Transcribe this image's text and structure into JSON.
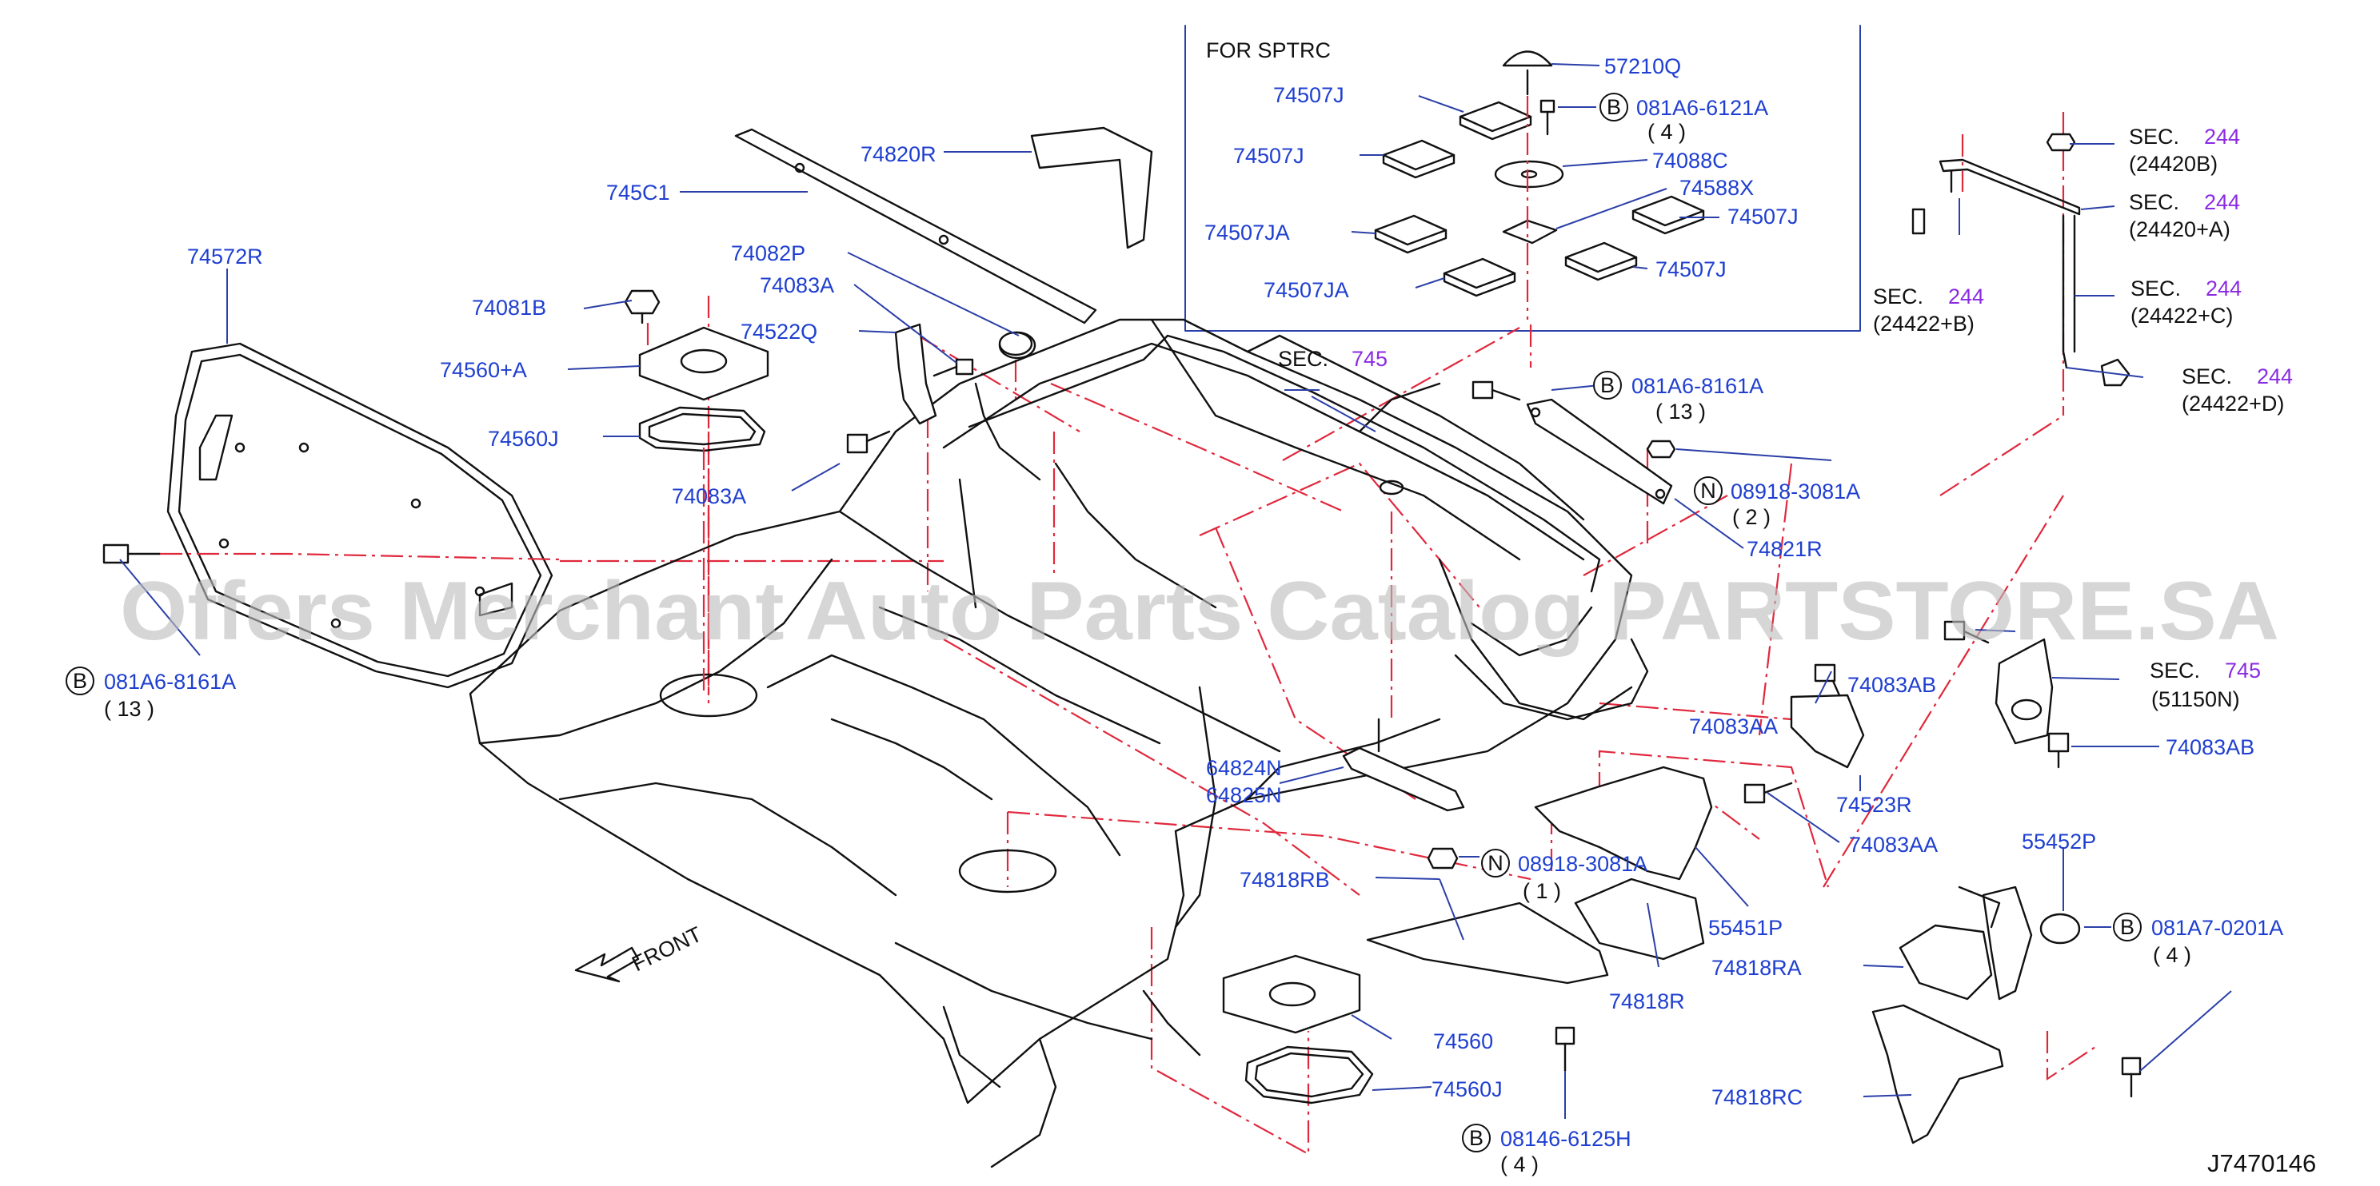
{
  "diagram_code": "J7470146",
  "watermark": "Offers Merchant Auto Parts Catalog PARTSTORE.SA",
  "front_label": "FRONT",
  "inset": {
    "title": "FOR  SPTRC"
  },
  "labels": {
    "p74572R": "74572R",
    "p74081B": "74081B",
    "p74560A": "74560+A",
    "p74560J_top": "74560J",
    "p74083A_low": "74083A",
    "p745C1": "745C1",
    "p74820R": "74820R",
    "p74082P": "74082P",
    "p74083A_top": "74083A",
    "p74522Q": "74522Q",
    "b_081A6_8161A_left": "081A6-8161A",
    "b_081A6_8161A_left_qty": "( 13 )",
    "sec745_a": "SEC.",
    "sec745_a_num": "745",
    "i57210Q": "57210Q",
    "i74507J_1": "74507J",
    "i74507J_2": "74507J",
    "i74507JA_1": "74507JA",
    "i74507JA_2": "74507JA",
    "i74507J_3": "74507J",
    "i74507J_4": "74507J",
    "i081A6_6121A": "081A6-6121A",
    "i081A6_6121A_qty": "( 4 )",
    "i74088C": "74088C",
    "i74588X": "74588X",
    "b_081A6_8161A_right": "081A6-8161A",
    "b_081A6_8161A_right_qty": "( 13 )",
    "n_08918_3081A_top": "08918-3081A",
    "n_08918_3081A_top_qty": "( 2 )",
    "p74821R": "74821R",
    "s244_1": "SEC.",
    "s244_1_num": "244",
    "s244_1_sub": "(24420B)",
    "s244_2": "SEC.",
    "s244_2_num": "244",
    "s244_2_sub": "(24420+A)",
    "s244_3": "SEC.",
    "s244_3_num": "244",
    "s244_3_sub": "(24422+B)",
    "s244_4": "SEC.",
    "s244_4_num": "244",
    "s244_4_sub": "(24422+C)",
    "s244_5": "SEC.",
    "s244_5_num": "244",
    "s244_5_sub": "(24422+D)",
    "p74083AB_1": "74083AB",
    "sec745_b": "SEC.",
    "sec745_b_num": "745",
    "sec745_b_sub": "(51150N)",
    "p74083AB_2": "74083AB",
    "p74083AA_1": "74083AA",
    "p74523R": "74523R",
    "p74083AA_2": "74083AA",
    "p64824N": "64824N",
    "p64825N": "64825N",
    "n_08918_3081A_low": "08918-3081A",
    "n_08918_3081A_low_qty": "( 1 )",
    "p74818RB": "74818RB",
    "p55451P": "55451P",
    "p55452P": "55452P",
    "b_081A7_0201A": "081A7-0201A",
    "b_081A7_0201A_qty": "( 4 )",
    "p74818RA": "74818RA",
    "p74818R": "74818R",
    "p74560": "74560",
    "p74560J_low": "74560J",
    "b_08146_6125H": "08146-6125H",
    "b_08146_6125H_qty": "( 4 )",
    "p74818RC": "74818RC"
  },
  "callout_letters": {
    "b": "B",
    "n": "N"
  }
}
